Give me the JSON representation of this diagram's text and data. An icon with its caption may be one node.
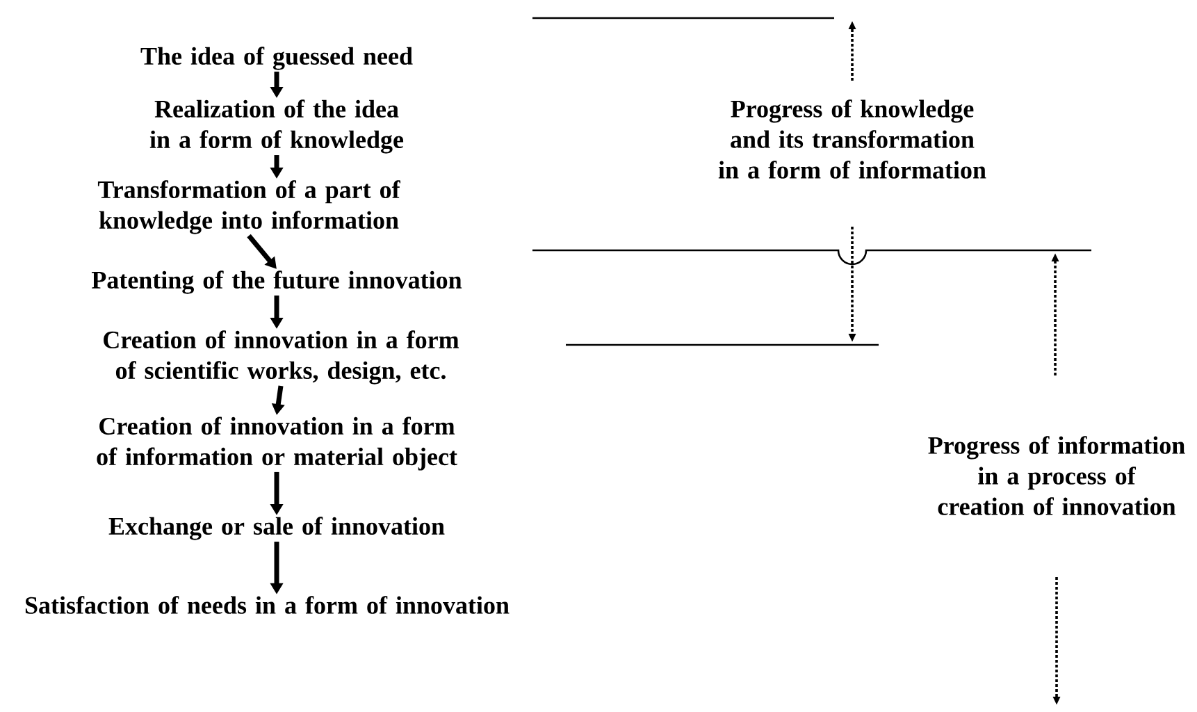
{
  "diagram": {
    "nodes": [
      {
        "text": [
          "The idea of guessed need"
        ]
      },
      {
        "text": [
          "Realization of the idea in a form of knowledge"
        ]
      },
      {
        "text": [
          "Transformation of a part of knowledge into information"
        ]
      },
      {
        "text": [
          "Patenting of the future innovation"
        ]
      },
      {
        "text": [
          "Creation of innovation in a form of scientific works, design, etc."
        ]
      },
      {
        "text": [
          "Creation of innovation in a form of information or material object"
        ]
      },
      {
        "text": [
          "Exchange or sale of innovation"
        ]
      },
      {
        "text": [
          "Satisfaction of needs in a form of innovation"
        ]
      }
    ],
    "edges": [
      {
        "from": 0,
        "to": 1,
        "arrow": "to"
      },
      {
        "from": 1,
        "to": 2,
        "arrow": "to"
      },
      {
        "from": 2,
        "to": 3,
        "arrow": "to"
      },
      {
        "from": 3,
        "to": 4,
        "arrow": "to"
      },
      {
        "from": 4,
        "to": 5,
        "arrow": "to"
      },
      {
        "from": 5,
        "to": 6,
        "arrow": "to"
      },
      {
        "from": 6,
        "to": 7,
        "arrow": "to"
      }
    ],
    "labels": [
      "Progress of knowledge and its transformation in a form of information",
      "Progress of information in a process of creation of innovation"
    ]
  }
}
